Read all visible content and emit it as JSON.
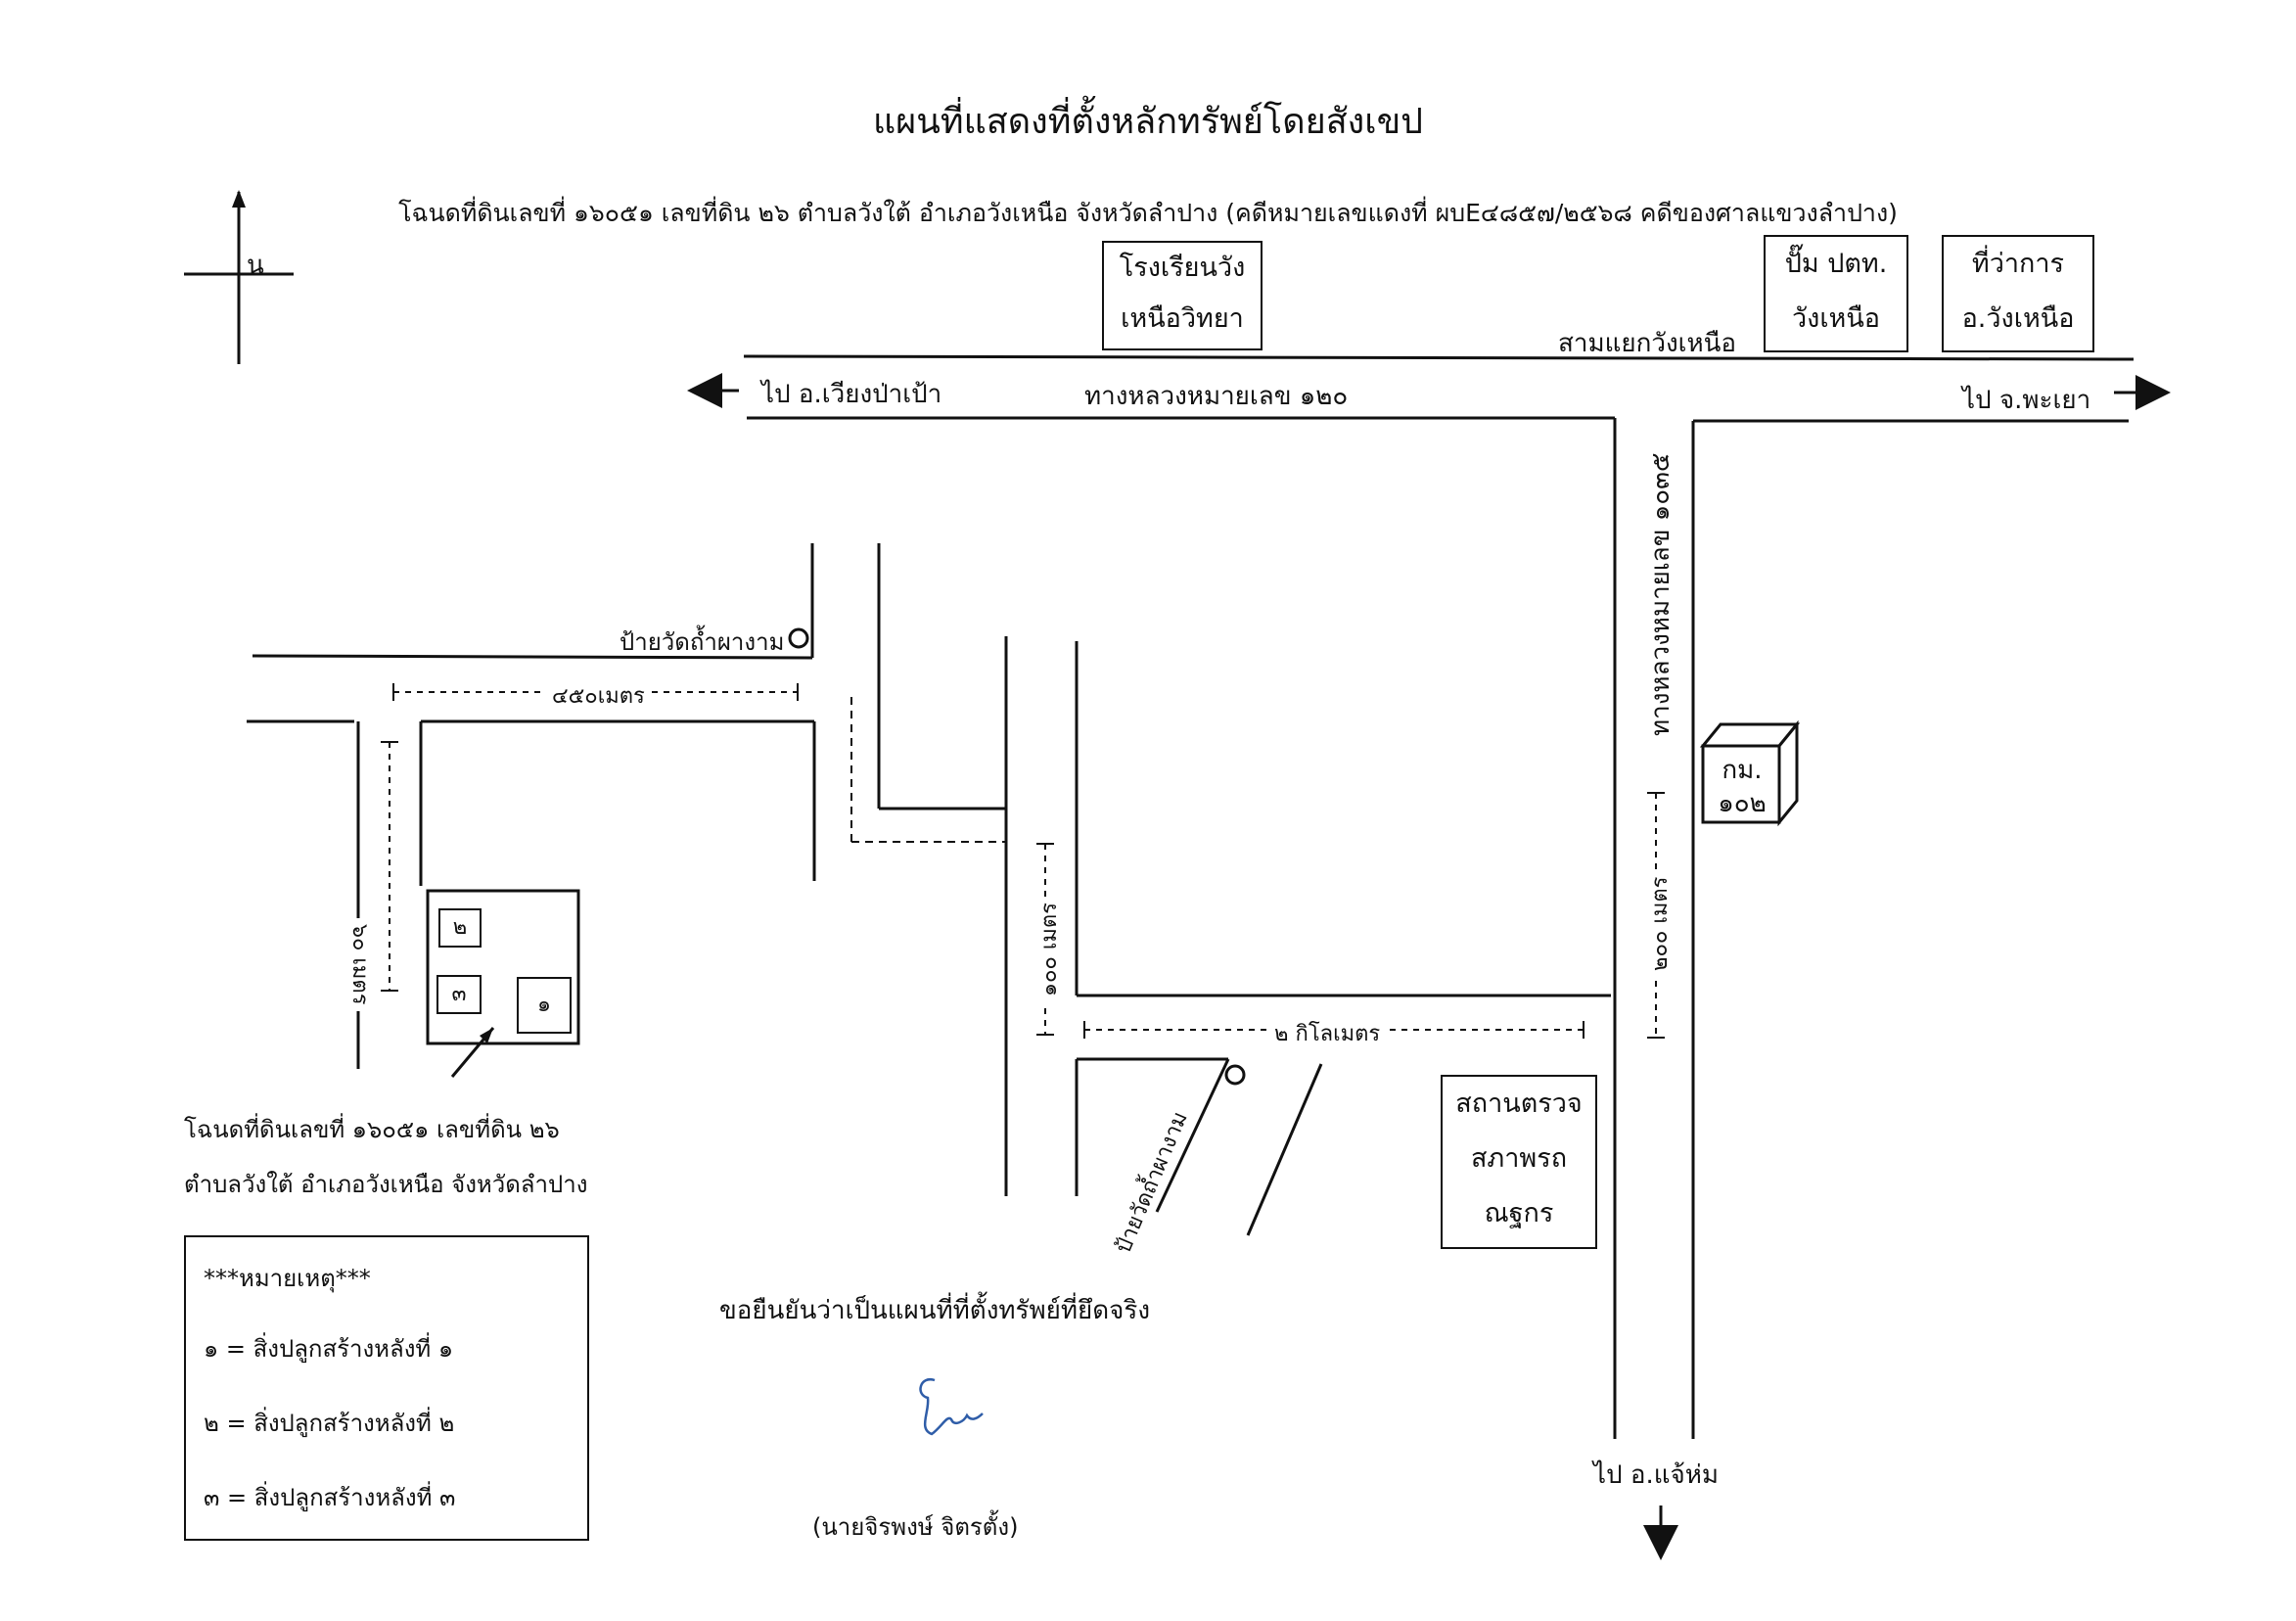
{
  "title": "แผนที่แสดงที่ตั้งหลักทรัพย์โดยสังเขป",
  "subtitle": "โฉนดที่ดินเลขที่ ๑๖๐๕๑ เลขที่ดิน ๒๖  ตำบลวังใต้ อำเภอวังเหนือ จังหวัดลำปาง (คดีหมายเลขแดงที่ ผบE๔๘๕๗/๒๕๖๘ คดีของศาลแขวงลำปาง)",
  "north_label": "น",
  "landmarks": {
    "school": [
      "โรงเรียนวัง",
      "เหนือวิทยา"
    ],
    "gas_station": [
      "ปั๊ม ปตท.",
      "วังเหนือ"
    ],
    "district_office": [
      "ที่ว่าการ",
      "อ.วังเหนือ"
    ],
    "inspection": [
      "สถานตรวจ",
      "สภาพรถ",
      "ณฐกร"
    ],
    "km_post": [
      "กม.",
      "๑๐๒"
    ],
    "junction": "สามแยกวังเหนือ"
  },
  "roads": {
    "hwy_120": "ทางหลวงหมายเลข ๑๒๐",
    "hwy_1035": "ทางหลวงหมายเลข ๑๐๓๕",
    "to_west": "ไป อ.เวียงป่าเป้า",
    "to_east": "ไป จ.พะเยา",
    "to_south": "ไป อ.แจ้ห่ม"
  },
  "signs": {
    "temple_sign_1": "ป้ายวัดถ้ำผางาม",
    "temple_sign_2": "ป้ายวัดถ้ำผางาม"
  },
  "distances": {
    "d450": "๔๕๐เมตร",
    "d60": "๖๐ เมตร",
    "d100": "๑๐๐ เมตร",
    "d2km": "๒ กิโลเมตร",
    "d200": "๒๐๐ เมตร"
  },
  "parcel": {
    "b1": "๑",
    "b2": "๒",
    "b3": "๓",
    "label_line1": "โฉนดที่ดินเลขที่ ๑๖๐๕๑ เลขที่ดิน ๒๖",
    "label_line2": "ตำบลวังใต้ อำเภอวังเหนือ จังหวัดลำปาง"
  },
  "legend": {
    "heading": "***หมายเหตุ***",
    "items": [
      "๑ = สิ่งปลูกสร้างหลังที่ ๑",
      "๒ = สิ่งปลูกสร้างหลังที่ ๒",
      "๓ = สิ่งปลูกสร้างหลังที่ ๓"
    ]
  },
  "certify": "ขอยืนยันว่าเป็นแผนที่ที่ตั้งทรัพย์ที่ยึดจริง",
  "signer": "(นายจิรพงษ์  จิตรตั้ง)",
  "colors": {
    "ink": "#111111",
    "signature": "#2f5da8"
  }
}
